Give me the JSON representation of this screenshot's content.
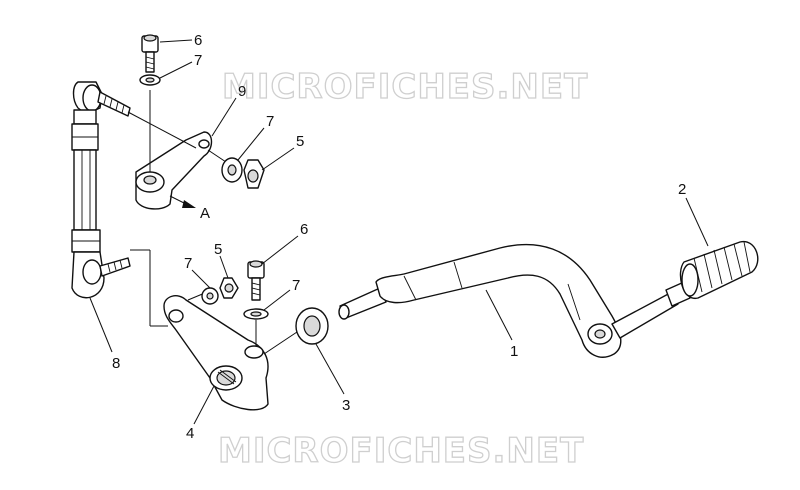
{
  "watermarks": [
    "MICROFICHES.NET",
    "MICROFICHES.NET"
  ],
  "view_letter": "A",
  "callouts": [
    "6",
    "7",
    "9",
    "7",
    "5",
    "2",
    "6",
    "5",
    "7",
    "7",
    "1",
    "8",
    "3",
    "4"
  ]
}
